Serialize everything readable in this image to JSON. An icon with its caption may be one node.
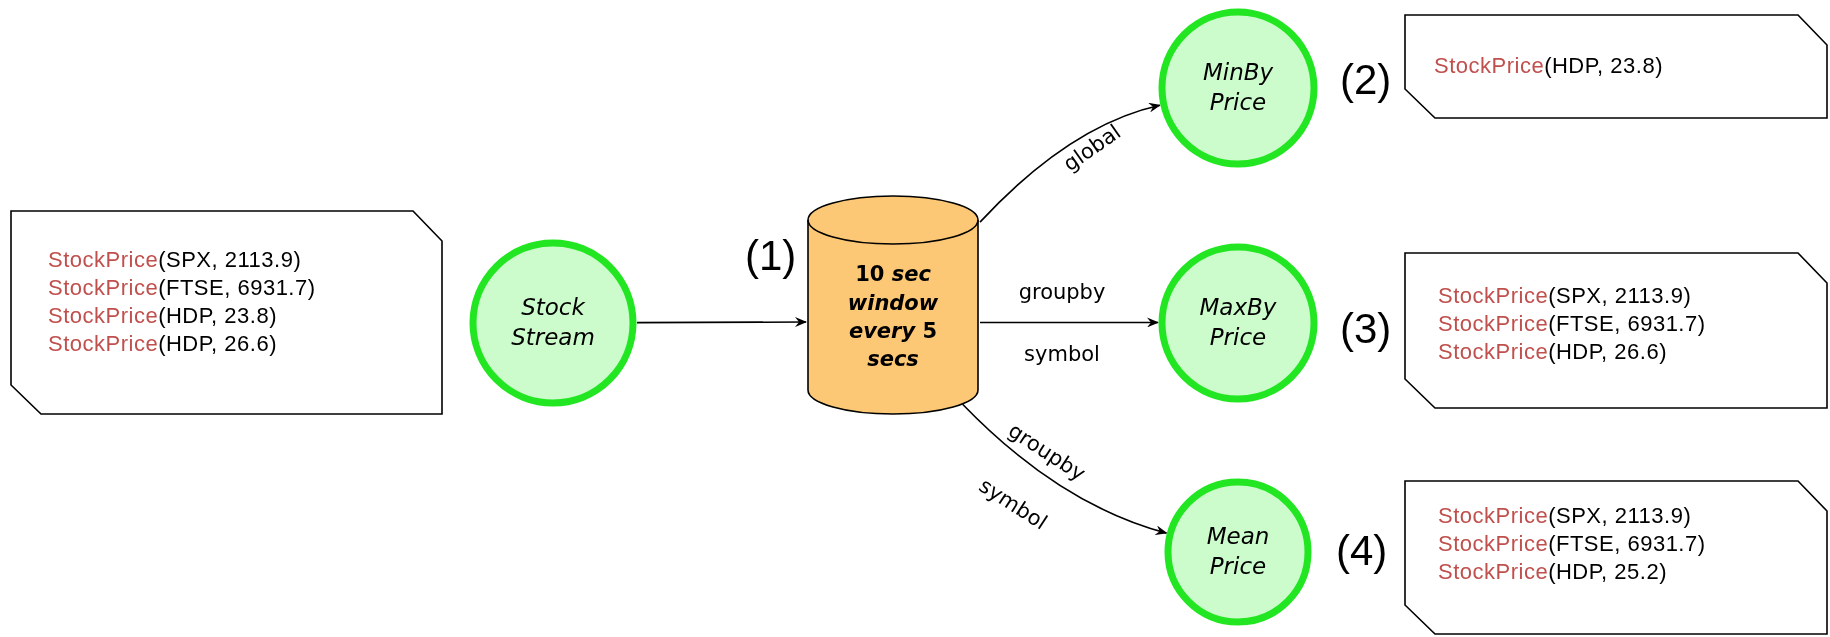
{
  "diagram": {
    "nodes": [
      {
        "text": [
          "StockPrice(SPX, 2113.9)",
          "StockPrice(FTSE, 6931.7)",
          "StockPrice(HDP, 23.8)",
          "StockPrice(HDP, 26.6)"
        ]
      },
      {
        "text": [
          "Stock Stream"
        ]
      },
      {
        "text": [
          "10 *sec window every* 5 *secs*"
        ]
      },
      {
        "text": [
          "MinBy Price"
        ]
      },
      {
        "text": [
          "MaxBy Price"
        ]
      },
      {
        "text": [
          "Mean Price"
        ]
      },
      {
        "text": [
          "StockPrice(HDP, 23.8)"
        ]
      },
      {
        "text": [
          "StockPrice(SPX, 2113.9)",
          "StockPrice(FTSE, 6931.7)",
          "StockPrice(HDP, 26.6)"
        ]
      },
      {
        "text": [
          "StockPrice(SPX, 2113.9)",
          "StockPrice(FTSE, 6931.7)",
          "StockPrice(HDP, 25.2)"
        ]
      }
    ],
    "edges": [
      {
        "from": 1,
        "to": 2,
        "arrow": "to"
      },
      {
        "from": 2,
        "to": 3,
        "arrow": "to",
        "label": "global"
      },
      {
        "from": 2,
        "to": 4,
        "arrow": "to",
        "label": "groupby symbol"
      },
      {
        "from": 2,
        "to": 5,
        "arrow": "to",
        "label": "groupby symbol"
      }
    ],
    "labels": [
      "(1)",
      "(2)",
      "(3)",
      "(4)"
    ]
  }
}
